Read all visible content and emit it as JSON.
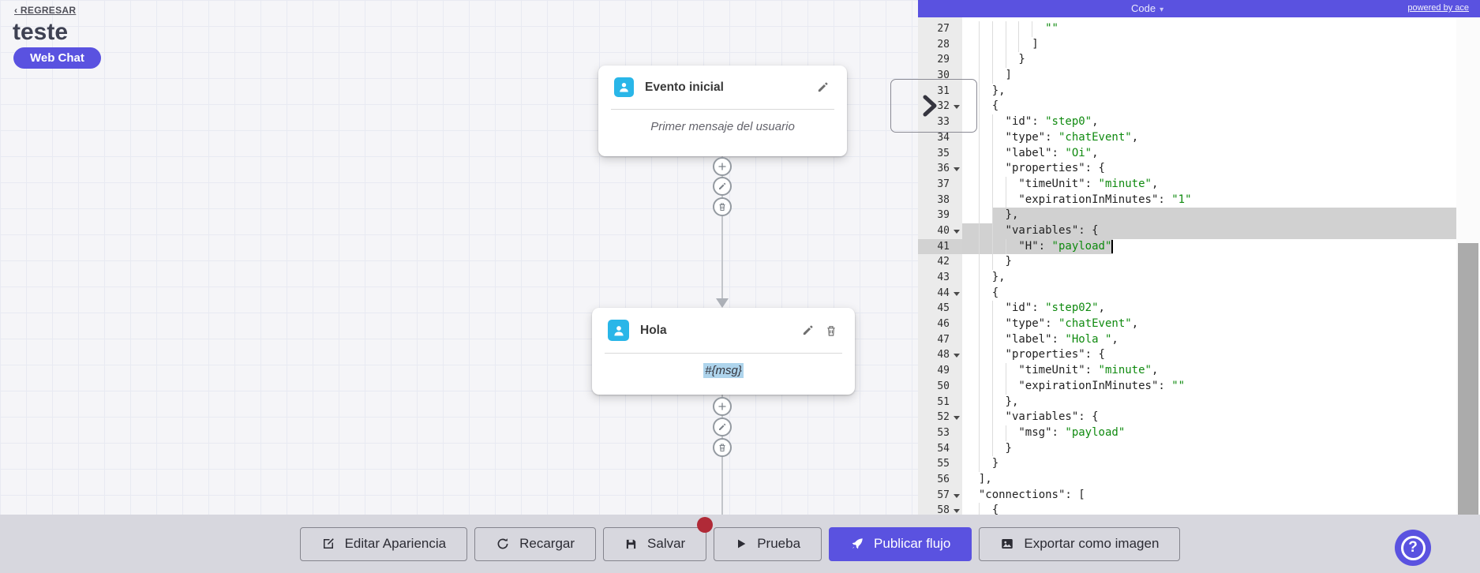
{
  "colors": {
    "accent": "#5a52e0",
    "node_icon": "#29b6e8",
    "unsaved_badge": "#b02a37",
    "string_green": "#0f8a0f",
    "selection": "#d1d1d1",
    "msg_highlight": "#aed4ec"
  },
  "header": {
    "back": "‹ REGRESAR",
    "title": "teste",
    "badge": "Web Chat"
  },
  "flow": {
    "nodes": [
      {
        "title": "Evento inicial",
        "body": "Primer mensaje del usuario"
      },
      {
        "title": "Hola",
        "body": "#{msg}"
      }
    ]
  },
  "code_panel": {
    "title": "Code",
    "caret": "▾",
    "powered_by": "powered by ace",
    "lines": [
      {
        "n": 27,
        "ind": 12,
        "seg": [
          [
            "g",
            "\"\""
          ]
        ]
      },
      {
        "n": 28,
        "ind": 10,
        "seg": [
          [
            "p",
            "]"
          ]
        ]
      },
      {
        "n": 29,
        "ind": 8,
        "seg": [
          [
            "p",
            "}"
          ]
        ]
      },
      {
        "n": 30,
        "ind": 6,
        "seg": [
          [
            "p",
            "]"
          ]
        ]
      },
      {
        "n": 31,
        "ind": 4,
        "seg": [
          [
            "p",
            "},"
          ]
        ]
      },
      {
        "n": 32,
        "ind": 4,
        "fold": true,
        "seg": [
          [
            "p",
            "{"
          ]
        ]
      },
      {
        "n": 33,
        "ind": 6,
        "seg": [
          [
            "p",
            "\"id\": "
          ],
          [
            "g",
            "\"step0\""
          ],
          [
            "p",
            ","
          ]
        ]
      },
      {
        "n": 34,
        "ind": 6,
        "seg": [
          [
            "p",
            "\"type\": "
          ],
          [
            "g",
            "\"chatEvent\""
          ],
          [
            "p",
            ","
          ]
        ]
      },
      {
        "n": 35,
        "ind": 6,
        "seg": [
          [
            "p",
            "\"label\": "
          ],
          [
            "g",
            "\"Oi\""
          ],
          [
            "p",
            ","
          ]
        ]
      },
      {
        "n": 36,
        "ind": 6,
        "fold": true,
        "seg": [
          [
            "p",
            "\"properties\": {"
          ]
        ]
      },
      {
        "n": 37,
        "ind": 8,
        "seg": [
          [
            "p",
            "\"timeUnit\": "
          ],
          [
            "g",
            "\"minute\""
          ],
          [
            "p",
            ","
          ]
        ]
      },
      {
        "n": 38,
        "ind": 8,
        "seg": [
          [
            "p",
            "\"expirationInMinutes\": "
          ],
          [
            "g",
            "\"1\""
          ]
        ]
      },
      {
        "n": 39,
        "ind": 6,
        "sel": "from",
        "seg": [
          [
            "p",
            "},"
          ]
        ]
      },
      {
        "n": 40,
        "ind": 6,
        "fold": true,
        "sel": "full",
        "seg": [
          [
            "p",
            "\"variables\": {"
          ]
        ]
      },
      {
        "n": 41,
        "ind": 8,
        "sel": "cursor",
        "seg": [
          [
            "p",
            "\"H\": "
          ],
          [
            "g",
            "\"payload\""
          ]
        ]
      },
      {
        "n": 42,
        "ind": 6,
        "seg": [
          [
            "p",
            "}"
          ]
        ]
      },
      {
        "n": 43,
        "ind": 4,
        "seg": [
          [
            "p",
            "},"
          ]
        ]
      },
      {
        "n": 44,
        "ind": 4,
        "fold": true,
        "seg": [
          [
            "p",
            "{"
          ]
        ]
      },
      {
        "n": 45,
        "ind": 6,
        "seg": [
          [
            "p",
            "\"id\": "
          ],
          [
            "g",
            "\"step02\""
          ],
          [
            "p",
            ","
          ]
        ]
      },
      {
        "n": 46,
        "ind": 6,
        "seg": [
          [
            "p",
            "\"type\": "
          ],
          [
            "g",
            "\"chatEvent\""
          ],
          [
            "p",
            ","
          ]
        ]
      },
      {
        "n": 47,
        "ind": 6,
        "seg": [
          [
            "p",
            "\"label\": "
          ],
          [
            "g",
            "\"Hola \""
          ],
          [
            "p",
            ","
          ]
        ]
      },
      {
        "n": 48,
        "ind": 6,
        "fold": true,
        "seg": [
          [
            "p",
            "\"properties\": {"
          ]
        ]
      },
      {
        "n": 49,
        "ind": 8,
        "seg": [
          [
            "p",
            "\"timeUnit\": "
          ],
          [
            "g",
            "\"minute\""
          ],
          [
            "p",
            ","
          ]
        ]
      },
      {
        "n": 50,
        "ind": 8,
        "seg": [
          [
            "p",
            "\"expirationInMinutes\": "
          ],
          [
            "g",
            "\"\""
          ]
        ]
      },
      {
        "n": 51,
        "ind": 6,
        "seg": [
          [
            "p",
            "},"
          ]
        ]
      },
      {
        "n": 52,
        "ind": 6,
        "fold": true,
        "seg": [
          [
            "p",
            "\"variables\": {"
          ]
        ]
      },
      {
        "n": 53,
        "ind": 8,
        "seg": [
          [
            "p",
            "\"msg\": "
          ],
          [
            "g",
            "\"payload\""
          ]
        ]
      },
      {
        "n": 54,
        "ind": 6,
        "seg": [
          [
            "p",
            "}"
          ]
        ]
      },
      {
        "n": 55,
        "ind": 4,
        "seg": [
          [
            "p",
            "}"
          ]
        ]
      },
      {
        "n": 56,
        "ind": 2,
        "seg": [
          [
            "p",
            "],"
          ]
        ]
      },
      {
        "n": 57,
        "ind": 2,
        "fold": true,
        "seg": [
          [
            "p",
            "\"connections\": ["
          ]
        ]
      },
      {
        "n": 58,
        "ind": 4,
        "fold": true,
        "seg": [
          [
            "p",
            "{"
          ]
        ]
      }
    ]
  },
  "toolbar": {
    "buttons": [
      {
        "label": "Editar Apariencia"
      },
      {
        "label": "Recargar"
      },
      {
        "label": "Salvar"
      },
      {
        "label": "Prueba"
      },
      {
        "label": "Publicar flujo"
      },
      {
        "label": "Exportar como imagen"
      }
    ]
  },
  "help_label": "?"
}
